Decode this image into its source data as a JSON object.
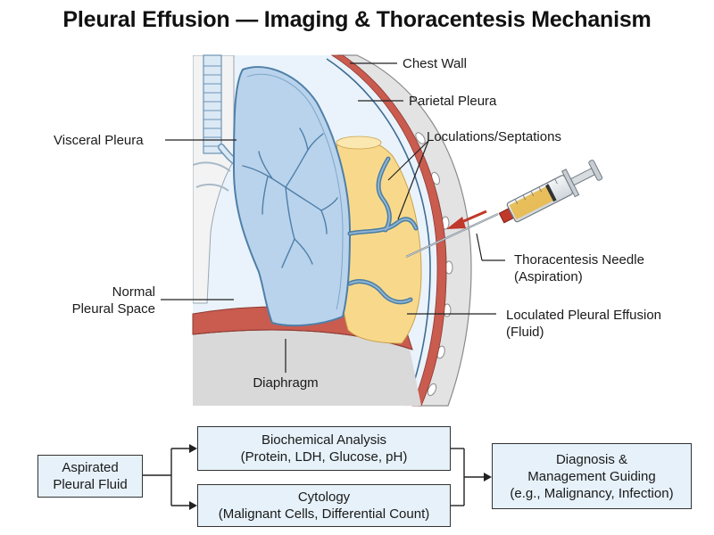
{
  "title": "Pleural Effusion — Imaging & Thoracentesis Mechanism",
  "labels": {
    "chest_wall": "Chest Wall",
    "parietal_pleura": "Parietal Pleura",
    "visceral_pleura": "Visceral Pleura",
    "loculations": "Loculations/Septations",
    "needle_line1": "Thoracentesis Needle",
    "needle_line2": "(Aspiration)",
    "normal_line1": "Normal",
    "normal_line2": "Pleural Space",
    "effusion_line1": "Loculated Pleural Effusion",
    "effusion_line2": "(Fluid)",
    "diaphragm": "Diaphragm"
  },
  "flow": {
    "source_line1": "Aspirated",
    "source_line2": "Pleural Fluid",
    "biochem_line1": "Biochemical Analysis",
    "biochem_line2": "(Protein, LDH, Glucose, pH)",
    "cytology_line1": "Cytology",
    "cytology_line2": "(Malignant Cells, Differential Count)",
    "diagnosis_line1": "Diagnosis &",
    "diagnosis_line2": "Management Guiding",
    "diagnosis_line3": "(e.g., Malignancy, Infection)"
  },
  "colors": {
    "lung": "#b9d3ec",
    "lung_outline": "#4f7fa8",
    "pleural_space": "#eaf3fb",
    "fluid": "#f8d98c",
    "septa": "#4a7da1",
    "muscle": "#c95b4f",
    "bone": "#d9d9d9",
    "arrow_red": "#c0392b",
    "box_fill": "#e6f1f9"
  },
  "icons": [
    "syringe-icon",
    "needle-icon",
    "direction-arrow-icon"
  ]
}
